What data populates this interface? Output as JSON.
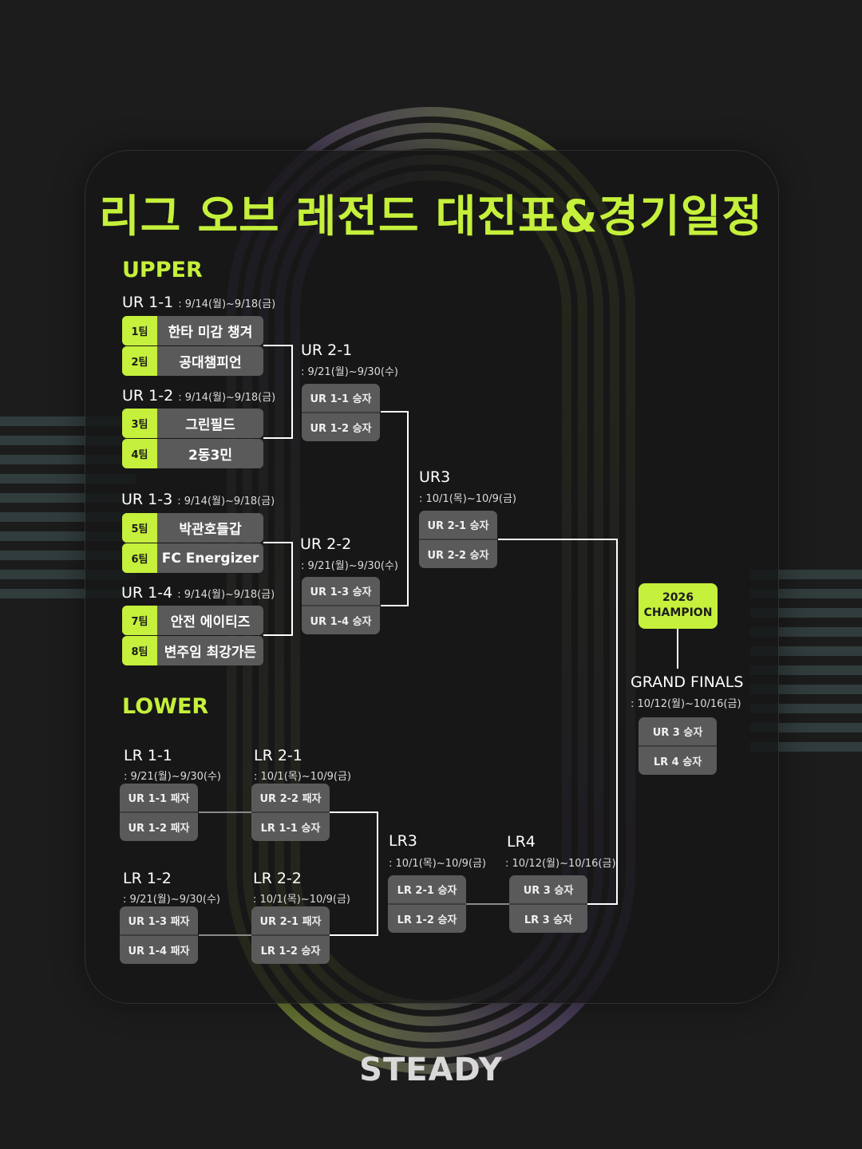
{
  "title": "리그 오브 레전드 대진표&경기일정",
  "sections": {
    "upper": "UPPER",
    "lower": "LOWER"
  },
  "upper": {
    "ur11": {
      "name": "UR 1-1",
      "date": ": 9/14(월)~9/18(금)"
    },
    "ur12": {
      "name": "UR 1-2",
      "date": ": 9/14(월)~9/18(금)"
    },
    "ur13": {
      "name": "UR 1-3",
      "date": ": 9/14(월)~9/18(금)"
    },
    "ur14": {
      "name": "UR 1-4",
      "date": ": 9/14(월)~9/18(금)"
    },
    "teams": [
      {
        "seed": "1팀",
        "name": "한타 미감 챙겨"
      },
      {
        "seed": "2팀",
        "name": "공대챔피언"
      },
      {
        "seed": "3팀",
        "name": "그린필드"
      },
      {
        "seed": "4팀",
        "name": "2동3민"
      },
      {
        "seed": "5팀",
        "name": "박관호들갑"
      },
      {
        "seed": "6팀",
        "name": "FC Energizer"
      },
      {
        "seed": "7팀",
        "name": "안전 에이티즈"
      },
      {
        "seed": "8팀",
        "name": "변주임 최강가든"
      }
    ],
    "ur21": {
      "name": "UR 2-1",
      "date": ": 9/21(월)~9/30(수)",
      "slots": [
        "UR 1-1 승자",
        "UR 1-2 승자"
      ]
    },
    "ur22": {
      "name": "UR 2-2",
      "date": ": 9/21(월)~9/30(수)",
      "slots": [
        "UR 1-3 승자",
        "UR 1-4 승자"
      ]
    },
    "ur3": {
      "name": "UR3",
      "date": ": 10/1(목)~10/9(금)",
      "slots": [
        "UR 2-1 승자",
        "UR 2-2 승자"
      ]
    }
  },
  "lower": {
    "lr11": {
      "name": "LR 1-1",
      "date": ": 9/21(월)~9/30(수)",
      "slots": [
        "UR 1-1 패자",
        "UR 1-2 패자"
      ]
    },
    "lr12": {
      "name": "LR 1-2",
      "date": ": 9/21(월)~9/30(수)",
      "slots": [
        "UR 1-3 패자",
        "UR 1-4 패자"
      ]
    },
    "lr21": {
      "name": "LR 2-1",
      "date": ": 10/1(목)~10/9(금)",
      "slots": [
        "UR 2-2 패자",
        "LR 1-1 승자"
      ]
    },
    "lr22": {
      "name": "LR 2-2",
      "date": ": 10/1(목)~10/9(금)",
      "slots": [
        "UR 2-1 패자",
        "LR 1-2 승자"
      ]
    },
    "lr3": {
      "name": "LR3",
      "date": ": 10/1(목)~10/9(금)",
      "slots": [
        "LR 2-1 승자",
        "LR 1-2 승자"
      ]
    },
    "lr4": {
      "name": "LR4",
      "date": ": 10/12(월)~10/16(금)",
      "slots": [
        "UR 3 승자",
        "LR 3 승자"
      ]
    }
  },
  "finals": {
    "name": "GRAND FINALS",
    "date": ": 10/12(월)~10/16(금)",
    "slots": [
      "UR 3 승자",
      "LR 4 승자"
    ]
  },
  "champion": {
    "line1": "2026",
    "line2": "CHAMPION"
  },
  "brand": "STEADY",
  "colors": {
    "accent": "#c5f03b",
    "purple": "#5b3a9e",
    "background": "#1c1c1c",
    "box": "#5a5a5a"
  }
}
